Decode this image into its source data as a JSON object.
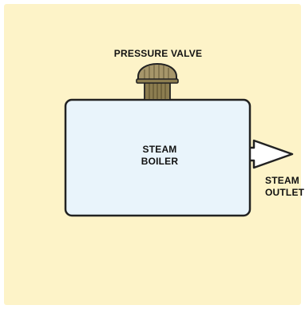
{
  "labels": {
    "valve": "PRESSURE VALVE",
    "boiler_line1": "STEAM",
    "boiler_line2": "BOILER",
    "outlet_line1": "STEAM",
    "outlet_line2": "OUTLET"
  },
  "colors": {
    "background": "#fdf3c8",
    "boiler_fill": "#e9f4fb",
    "outline": "#222222",
    "valve_cap": "#9a8a5a",
    "valve_thread": "#7d6f46",
    "arrow_fill": "#ffffff"
  }
}
